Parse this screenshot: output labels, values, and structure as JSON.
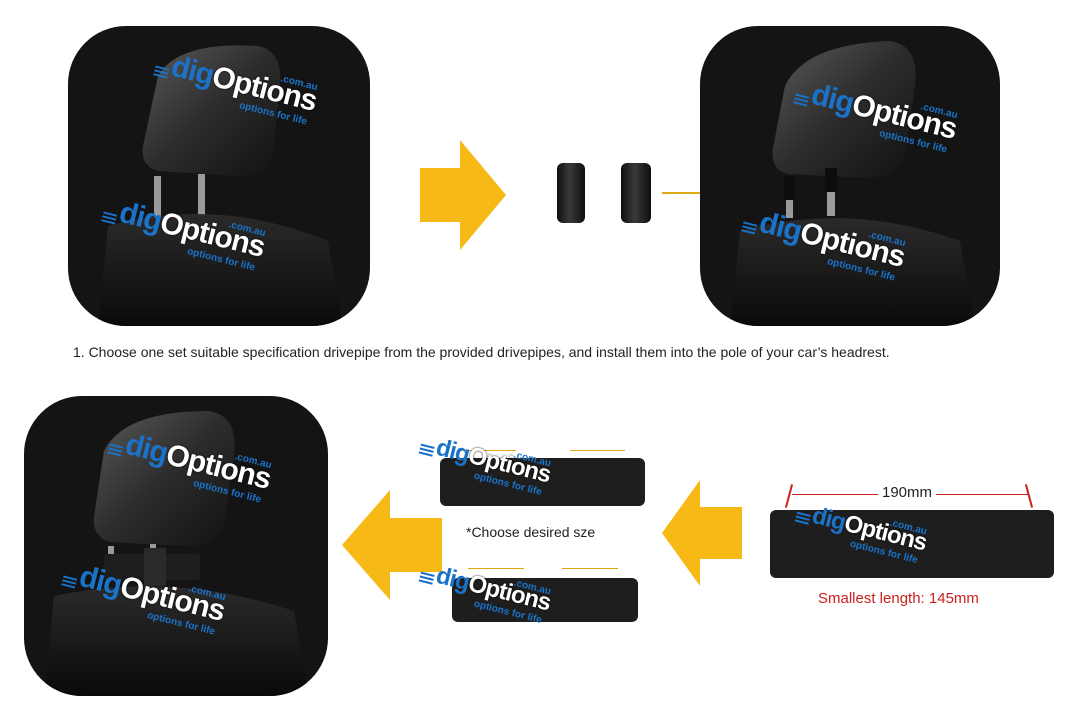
{
  "watermark": {
    "brand_prefix": "dig",
    "brand_main": "Options",
    "domain": ".com.au",
    "tagline": "options for life"
  },
  "step1": {
    "caption": "1. Choose one set suitable specification drivepipe from the provided drivepipes, and install them into the pole of your car’s headrest."
  },
  "bracket": {
    "choose_label": "*Choose desired sze",
    "full_width": "190mm",
    "smallest_length": "Smallest length: 145mm"
  },
  "colors": {
    "arrow": "#f7b916",
    "watermark_blue": "#1a73c9",
    "dimension_red": "#cc1f1f",
    "guide_line": "#e0a812"
  }
}
